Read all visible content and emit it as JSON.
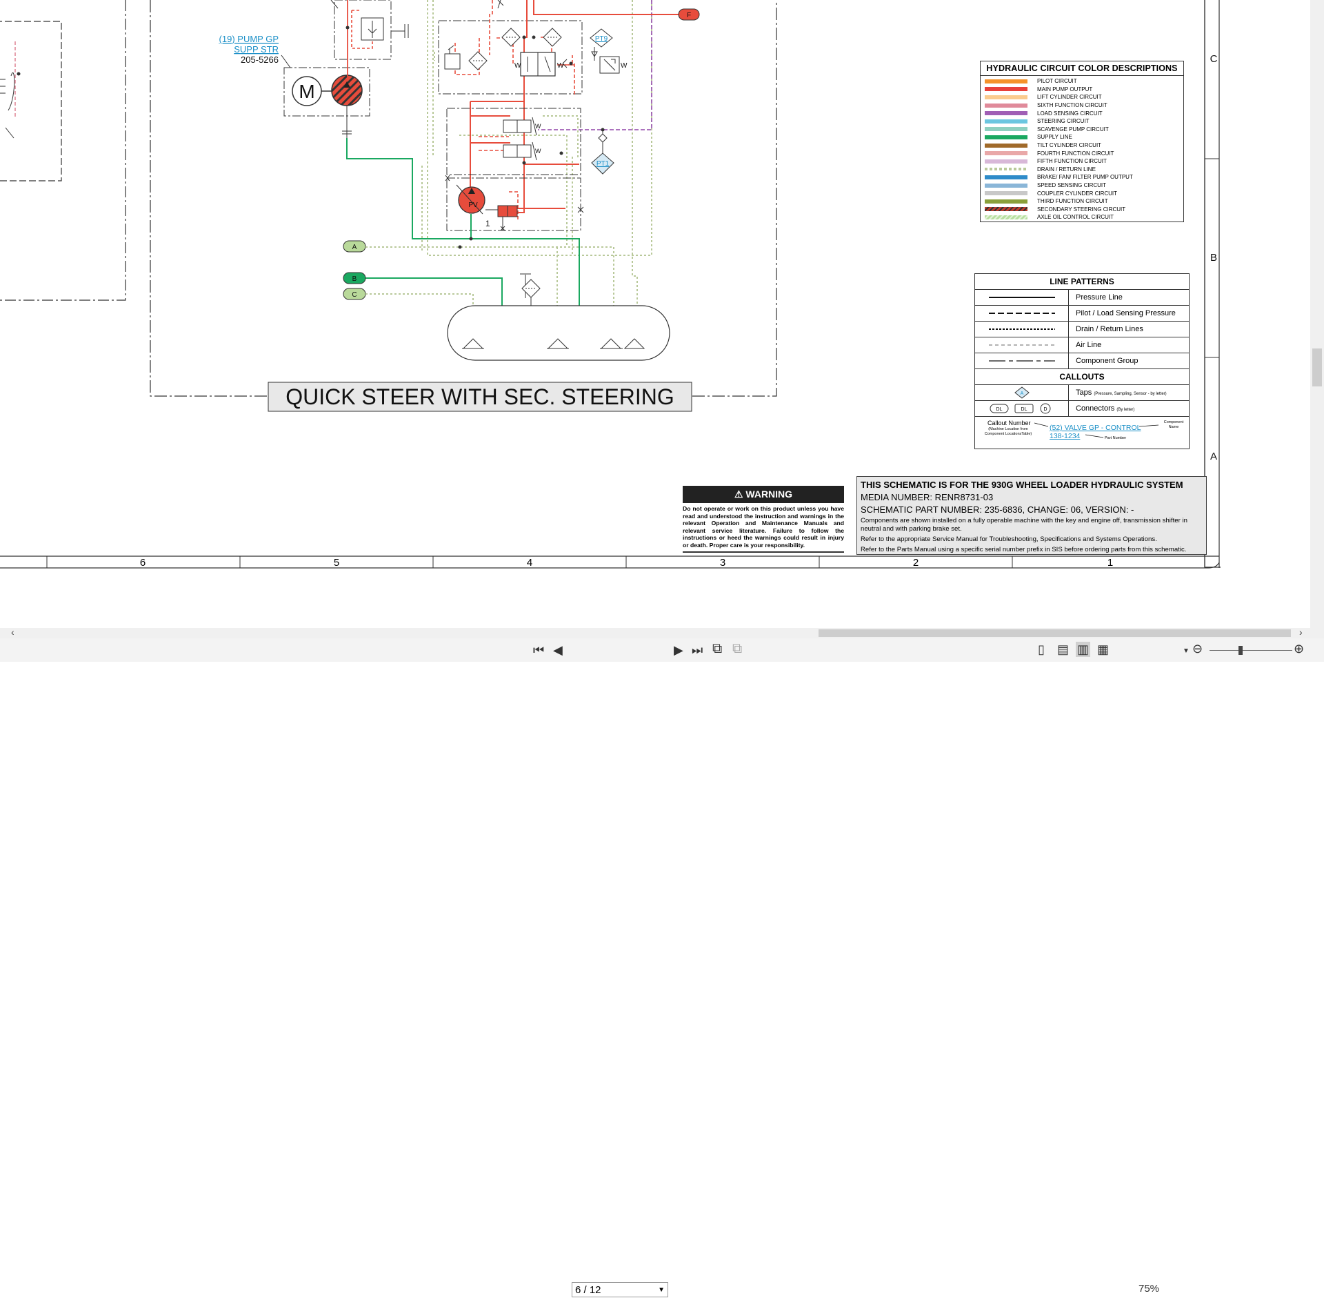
{
  "diagram": {
    "title": "QUICK STEER WITH SEC. STEERING",
    "component_callout": {
      "name_line1": "(19) PUMP GP",
      "name_line2": "SUPP STR",
      "part_number": "205-5266"
    },
    "motor_label": "M",
    "connectors": [
      "A",
      "B",
      "C",
      "F"
    ],
    "tap_labels": [
      "PT9",
      "PT1"
    ],
    "pump_label": "PV",
    "node_label": "1",
    "zone_letters": [
      "C",
      "B",
      "A"
    ],
    "zone_numbers": [
      "6",
      "5",
      "4",
      "3",
      "2",
      "1"
    ]
  },
  "color_table": {
    "title": "HYDRAULIC CIRCUIT COLOR DESCRIPTIONS",
    "items": [
      {
        "label": "PILOT CIRCUIT",
        "color": "#f5922a"
      },
      {
        "label": "MAIN PUMP OUTPUT",
        "color": "#e8403a"
      },
      {
        "label": "LIFT CYLINDER CIRCUIT",
        "color": "#fbcb8e"
      },
      {
        "label": "SIXTH FUNCTION CIRCUIT",
        "color": "#e08a9a"
      },
      {
        "label": "LOAD SENSING CIRCUIT",
        "color": "#a05fb5"
      },
      {
        "label": "STEERING CIRCUIT",
        "color": "#6cc6e0"
      },
      {
        "label": "SCAVENGE PUMP CIRCUIT",
        "color": "#8fd0c0"
      },
      {
        "label": "SUPPLY LINE",
        "color": "#1aa860"
      },
      {
        "label": "TILT CYLINDER CIRCUIT",
        "color": "#a06a2a"
      },
      {
        "label": "FOURTH FUNCTION CIRCUIT",
        "color": "#e9a8a8"
      },
      {
        "label": "FIFTH FUNCTION CIRCUIT",
        "color": "#d8b8d8"
      },
      {
        "label": "DRAIN / RETURN LINE",
        "color": "#b9c99a"
      },
      {
        "label": "BRAKE/ FAN/ FILTER PUMP OUTPUT",
        "color": "#2e8bc9"
      },
      {
        "label": "SPEED SENSING CIRCUIT",
        "color": "#8ab6d8"
      },
      {
        "label": "COUPLER CYLINDER CIRCUIT",
        "color": "#c8c8c8"
      },
      {
        "label": "THIRD FUNCTION CIRCUIT",
        "color": "#8aa03a"
      },
      {
        "label": "SECONDARY STEERING CIRCUIT",
        "color": "#c0392b"
      },
      {
        "label": "AXLE OIL CONTROL CIRCUIT",
        "color": "#b8e0a0"
      }
    ]
  },
  "line_patterns": {
    "title": "LINE PATTERNS",
    "items": [
      "Pressure Line",
      "Pilot / Load Sensing Pressure",
      "Drain / Return Lines",
      "Air Line",
      "Component Group"
    ],
    "callouts_title": "CALLOUTS",
    "taps_label": "Taps",
    "taps_note": "(Pressure, Sampling, Sensor - by letter)",
    "connectors_label": "Connectors",
    "connectors_note": "(By letter)",
    "conn_icons": [
      "DL",
      "DL",
      "D"
    ],
    "tap_icon": "A",
    "example": {
      "callout_number": "Callout Number",
      "callout_note": "(Machine Location from Component LocationsTable)",
      "component_text": "(52) VALVE GP - CONTROL",
      "part_text": "138-1234",
      "component_name": "Component Name",
      "part_number": "Part Number"
    }
  },
  "warning": {
    "title": "WARNING",
    "text": "Do not operate or work on this product unless you have read and understood the instruction and warnings in the relevant Operation and Maintenance Manuals and relevant service literature. Failure to follow the instructions or heed the warnings could result in injury or death. Proper care is your responsibility."
  },
  "info": {
    "line1": "THIS SCHEMATIC IS FOR THE 930G WHEEL LOADER HYDRAULIC SYSTEM",
    "line2": "MEDIA NUMBER: RENR8731-03",
    "line3": "SCHEMATIC PART NUMBER: 235-6836, CHANGE: 06, VERSION: -",
    "line4": "Components are shown installed on a fully operable machine with the key and engine off, transmission shifter in neutral and with parking brake set.",
    "line5": "Refer to the appropriate Service Manual for Troubleshooting, Specifications and Systems Operations.",
    "line6": "Refer to the Parts Manual using a specific serial number prefix in SIS before ordering parts from this schematic."
  },
  "toolbar": {
    "page_value": "6 / 12",
    "zoom_value": "75%"
  }
}
